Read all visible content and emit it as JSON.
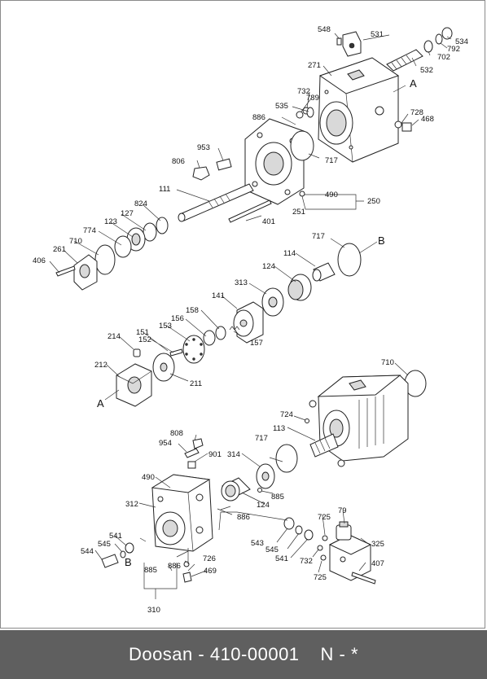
{
  "footer": {
    "brand_part": "Doosan - 410-00001",
    "suffix": "N - *"
  },
  "labels": {
    "l548": "548",
    "l531": "531",
    "l534": "534",
    "l792": "792",
    "l702": "702",
    "l532": "532",
    "l271": "271",
    "lA1": "A",
    "l789": "789",
    "l732a": "732",
    "l535": "535",
    "l728": "728",
    "l468": "468",
    "l886a": "886",
    "l717a": "717",
    "l953": "953",
    "l806": "806",
    "l490a": "490",
    "l250": "250",
    "l251": "251",
    "l111": "111",
    "l824": "824",
    "l401": "401",
    "l127": "127",
    "l123": "123",
    "l774": "774",
    "l710a": "710",
    "l261": "261",
    "l406": "406",
    "l717b": "717",
    "lB1": "B",
    "l114": "114",
    "l124a": "124",
    "l313": "313",
    "l141": "141",
    "l158": "158",
    "l156": "156",
    "l153": "153",
    "l157": "157",
    "l151": "151",
    "l152": "152",
    "l214": "214",
    "l212": "212",
    "l211": "211",
    "lA2": "A",
    "l710b": "710",
    "l724": "724",
    "l113": "113",
    "l808": "808",
    "l954": "954",
    "l901": "901",
    "l717c": "717",
    "l314": "314",
    "l490b": "490",
    "l885a": "885",
    "l312": "312",
    "l124b": "124",
    "l886b": "886",
    "l79": "79",
    "l725a": "725",
    "l541a": "541",
    "l545a": "545",
    "lB2": "B",
    "l544": "544",
    "l543": "543",
    "l545b": "545",
    "l541b": "541",
    "l325": "325",
    "l732b": "732",
    "l407": "407",
    "l886c": "886",
    "l726": "726",
    "l725b": "725",
    "l885b": "885",
    "l469": "469",
    "l310": "310"
  }
}
